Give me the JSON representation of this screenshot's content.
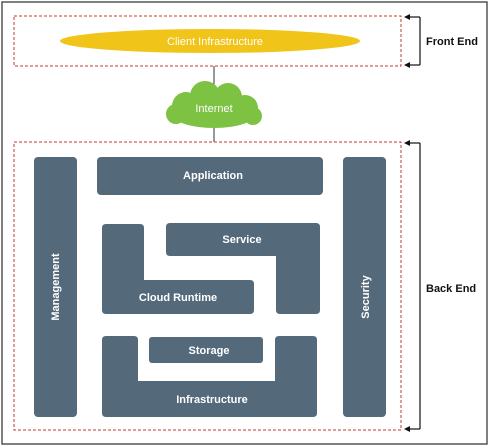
{
  "front_end_label": "Front End",
  "back_end_label": "Back End",
  "client_infrastructure_label": "Client Infrastructure",
  "internet_label": "Internet",
  "blocks": {
    "application": "Application",
    "management": "Management",
    "security": "Security",
    "service": "Service",
    "cloud_runtime": "Cloud Runtime",
    "storage": "Storage",
    "infrastructure": "Infrastructure"
  },
  "colors": {
    "block_fill": "#546a7b",
    "client_ellipse": "#f0c419",
    "cloud": "#7dc242",
    "dashed_border": "#c0392b",
    "outer_border": "#555555",
    "connector": "#333333"
  }
}
